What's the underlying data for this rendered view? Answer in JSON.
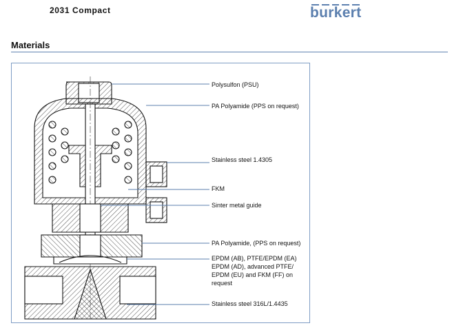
{
  "header": {
    "doc_title": "2031 Compact",
    "brand": "burkert"
  },
  "section": {
    "heading": "Materials"
  },
  "callouts": [
    "Polysulfon (PSU)",
    "PA Polyamide (PPS on request)",
    "Stainless steel 1.4305",
    "FKM",
    "Sinter metal guide",
    "PA Polyamide, (PPS on request)",
    "EPDM (AB), PTFE/EPDM (EA)\nEPDM (AD), advanced PTFE/\nEPDM (EU) and FKM (FF) on\nrequest",
    "Stainless steel 316L/1.4435"
  ],
  "colors": {
    "brand": "#5b7fae",
    "leader": "#5b7fae",
    "frame": "#7d9cc4"
  }
}
